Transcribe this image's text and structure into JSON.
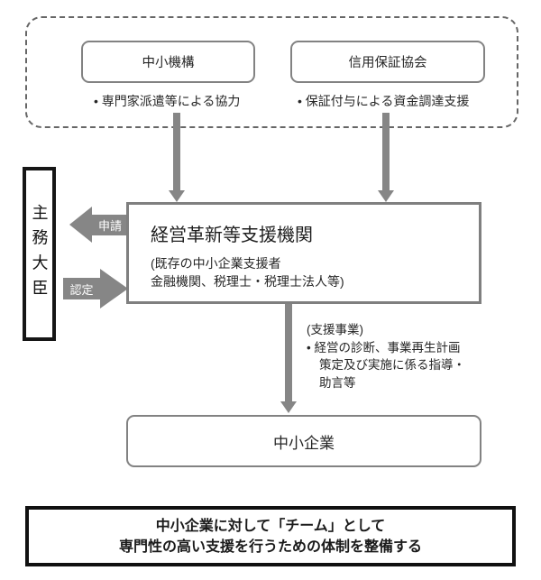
{
  "colors": {
    "arrow_gray": "#868686",
    "box_border_gray": "#828282",
    "dashed_border": "#666666",
    "black_border": "#161616",
    "text": "#262626"
  },
  "top_group": {
    "boxes": [
      {
        "label": "中小機構",
        "bullet": "• 専門家派遣等による協力"
      },
      {
        "label": "信用保証協会",
        "bullet": "• 保証付与による資金調達支援"
      }
    ]
  },
  "minister": {
    "label": "主務大臣"
  },
  "arrows": {
    "application_label": "申請",
    "certification_label": "認定"
  },
  "support_org": {
    "title": "経営革新等支援機関",
    "subtitle_line1": "(既存の中小企業支援者",
    "subtitle_line2": "金融機関、税理士・税理士法人等)"
  },
  "support_business": {
    "heading": "(支援事業)",
    "line1": "• 経営の診断、事業再生計画",
    "line2": "策定及び実施に係る指導・",
    "line3": "助言等"
  },
  "sme": {
    "label": "中小企業"
  },
  "summary": {
    "line1": "中小企業に対して「チーム」として",
    "line2": "専門性の高い支援を行うための体制を整備する"
  }
}
